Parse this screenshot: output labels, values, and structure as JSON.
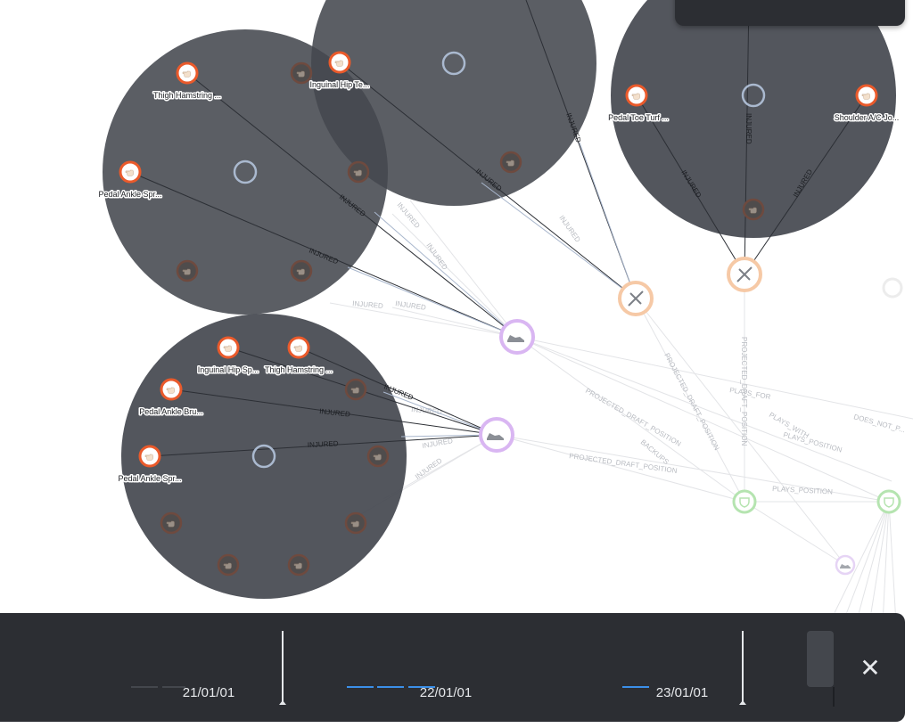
{
  "graph": {
    "labels": {
      "inguinal_top": "Inguinal Hip Te...",
      "thigh_left": "Thigh Hamstring ...",
      "pedal_ankle_left": "Pedal Ankle Spr...",
      "pedal_toe": "Pedal Toe Turf ...",
      "shoulder": "Shoulder A/C Jo...",
      "inguinal_lower": "Inguinal Hip Sp...",
      "thigh_lower": "Thigh Hamstring ...",
      "pedal_bruise": "Pedal Ankle Bru...",
      "pedal_ankle_lower": "Pedal Ankle Spr..."
    },
    "edges": {
      "injured": "INJURED",
      "plays_for": "PLAYS_FOR",
      "plays_with": "PLAYS_WITH",
      "plays_position": "PLAYS_POSITION",
      "projected_draft_position": "PROJECTED_DRAFT_POSITION",
      "backups": "BACKUPS",
      "does_not_play": "DOES_NOT_P..."
    },
    "colors": {
      "cluster": "#44484f",
      "injury_ring": "#ea5a2b",
      "player_ring": "#d9b6f2",
      "team_ring": "#f6c9a6",
      "position_ring": "#b5e4b0",
      "hub_ring": "#aab9cf"
    }
  },
  "timeline": {
    "dates": [
      "21/01/01",
      "22/01/01",
      "23/01/01"
    ],
    "close_icon": "close-icon",
    "accent": "#3b8fe8"
  }
}
